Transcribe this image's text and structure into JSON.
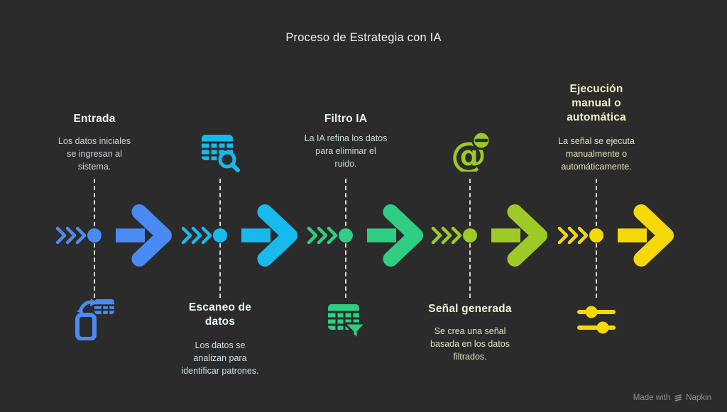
{
  "background": "#2b2b2b",
  "title": "Proceso de Estrategia con IA",
  "timeline": {
    "dash_color": "#d9d9d9"
  },
  "stages": [
    {
      "name": "entrada",
      "title": "Entrada",
      "description": "Los datos iniciales se ingresan al sistema.",
      "icon": "device-sync-table-icon",
      "accent": "#4a8af4",
      "title_color": "#f4f6fa",
      "desc_color": "#c9d1dc"
    },
    {
      "name": "escaneo-de-datos",
      "title": "Escaneo de datos",
      "description": "Los datos se analizan para identificar patrones.",
      "icon": "table-search-icon",
      "accent": "#18b9ec",
      "title_color": "#ecf7fb",
      "desc_color": "#cde1e9"
    },
    {
      "name": "filtro-ia",
      "title": "Filtro IA",
      "description": "La IA refina los datos para eliminar el ruido.",
      "icon": "table-filter-icon",
      "accent": "#2fce82",
      "title_color": "#e6f3ec",
      "desc_color": "#c8dcd1"
    },
    {
      "name": "senal-generada",
      "title": "Señal generada",
      "description": "Se crea una señal basada en los datos filtrados.",
      "icon": "at-sign-remove-icon",
      "accent": "#9dca26",
      "title_color": "#eff5dc",
      "desc_color": "#d9e4c2"
    },
    {
      "name": "ejecucion-manual-o-automatica",
      "title": "Ejecución manual o automática",
      "description": "La señal se ejecuta manualmente o automáticamente.",
      "icon": "sliders-icon",
      "accent": "#f5d808",
      "title_color": "#f5f0c4",
      "desc_color": "#e7e1b6"
    }
  ],
  "footer": {
    "made_with": "Made with",
    "brand": "Napkin",
    "color": "#8f8f8f"
  }
}
